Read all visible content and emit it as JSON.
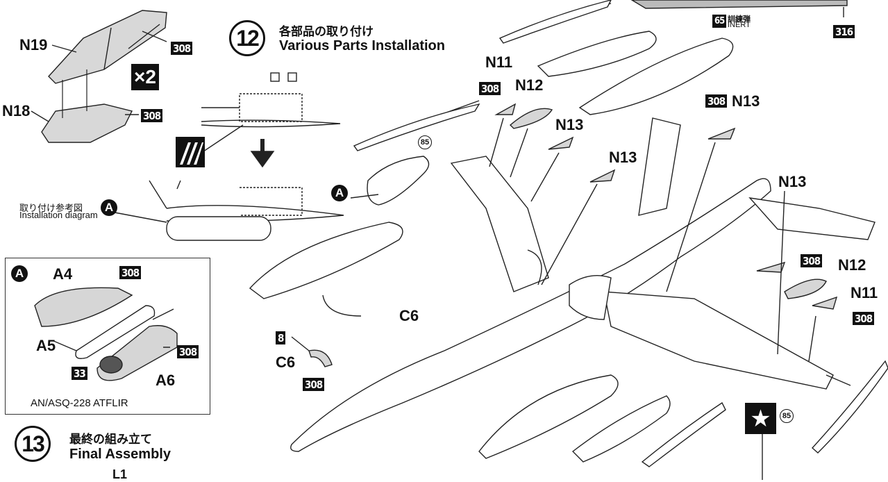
{
  "steps": {
    "step12": {
      "number": "12",
      "title_jp": "各部品の取り付け",
      "title_en": "Various Parts Installation"
    },
    "step13": {
      "number": "13",
      "title_jp": "最終の組み立て",
      "title_en": "Final Assembly"
    }
  },
  "install_ref": {
    "jp": "取り付け参考図",
    "en": "Installation diagram",
    "marker": "A"
  },
  "inset_a": {
    "marker": "A",
    "caption": "AN/ASQ-228 ATFLIR",
    "parts": {
      "a4": "A4",
      "a5": "A5",
      "a6": "A6",
      "c33": "33",
      "p308a": "308",
      "p308b": "308"
    }
  },
  "pylon": {
    "n19": "N19",
    "n18": "N18",
    "p308a": "308",
    "p308b": "308",
    "multiplier": "×2"
  },
  "c6_detail": {
    "badge8": "8",
    "c6": "C6",
    "p308": "308"
  },
  "main": {
    "c6": "C6",
    "circ85a": "85",
    "circ85b": "85",
    "marker_a": "A",
    "n11_left": "N11",
    "n12_left": "N12",
    "n13_a": "N13",
    "n13_b": "N13",
    "n13_top": "N13",
    "n13_right": "N13",
    "n12_right": "N12",
    "n11_right": "N11",
    "p308_n11_left": "308",
    "p308_n13_top": "308",
    "p308_n12_right": "308",
    "p308_n11_right": "308",
    "inert_code": "65",
    "inert_jp": "訓練弾",
    "inert_en": "INERT",
    "p316": "316",
    "l1": "L1"
  },
  "colors": {
    "ink": "#111111",
    "part_gray": "#d4d4d4",
    "paper": "#ffffff"
  }
}
